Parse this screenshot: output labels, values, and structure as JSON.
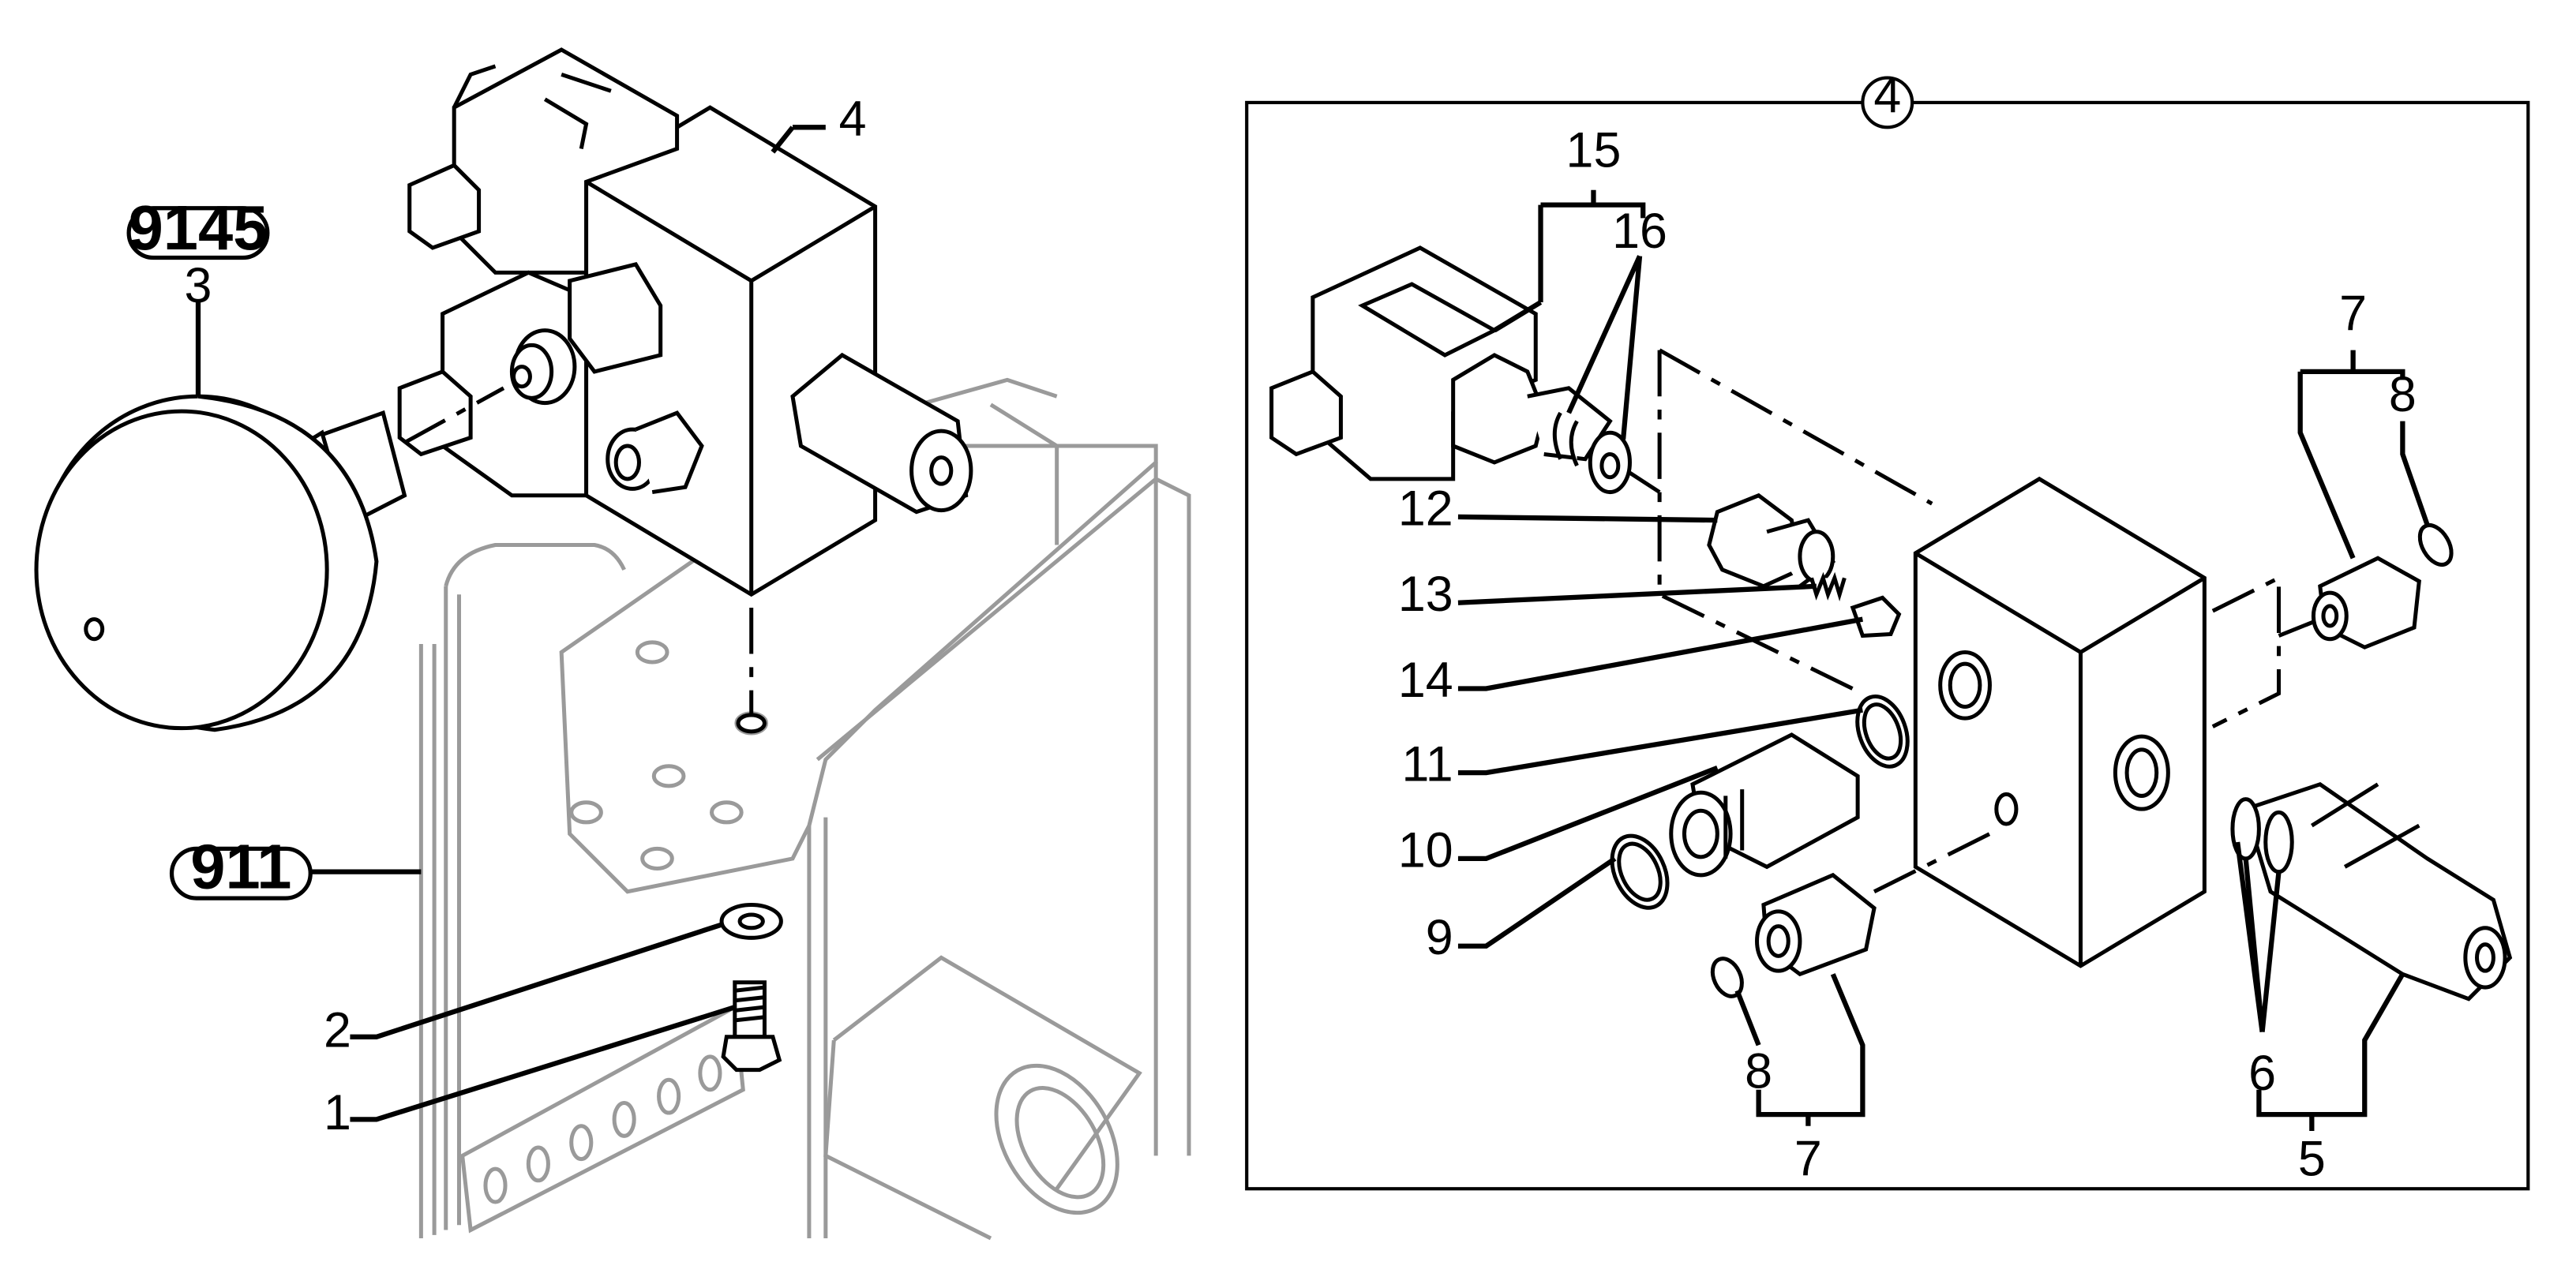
{
  "references": [
    {
      "id": "ref-9145",
      "text": "9145"
    },
    {
      "id": "ref-911",
      "text": "911"
    }
  ],
  "callouts": {
    "c1": "1",
    "c2": "2",
    "c3": "3",
    "c4": "4",
    "d4": "4",
    "d5": "5",
    "d6": "6",
    "d7a": "7",
    "d7b": "7",
    "d8a": "8",
    "d8b": "8",
    "d9": "9",
    "d10": "10",
    "d11": "11",
    "d12": "12",
    "d13": "13",
    "d14": "14",
    "d15": "15",
    "d16": "16"
  }
}
